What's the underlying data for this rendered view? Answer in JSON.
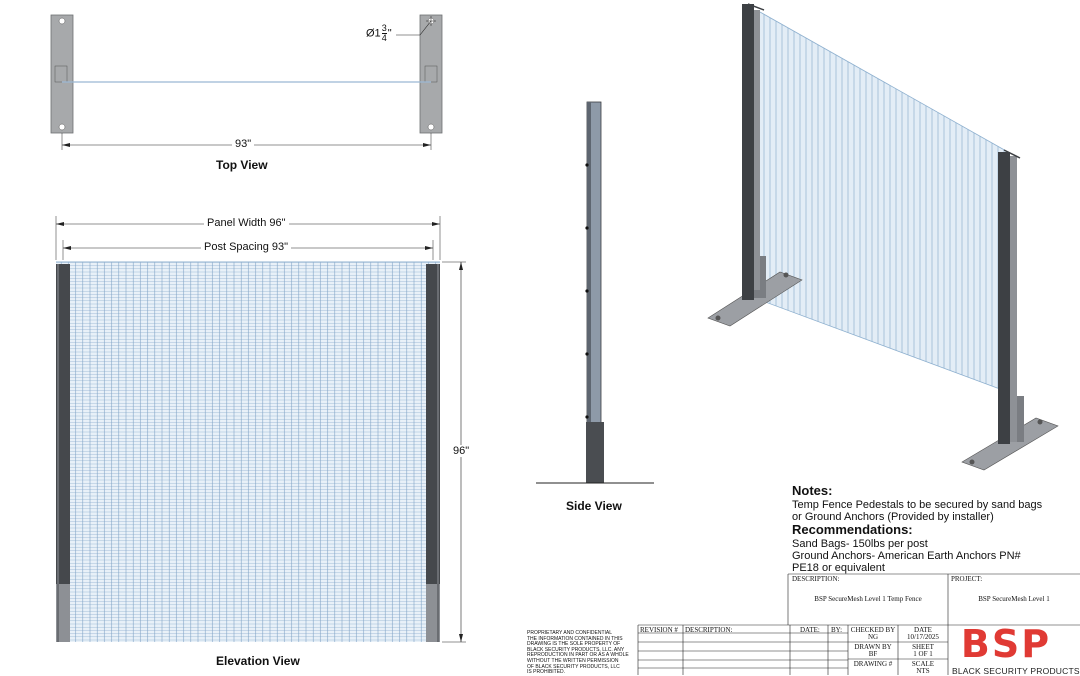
{
  "top_view": {
    "title": "Top View",
    "post_diameter_label": "Ø1",
    "post_diameter_frac_num": "3",
    "post_diameter_frac_den": "4",
    "post_diameter_inch": "\"",
    "spacing_label": "93\""
  },
  "elevation_view": {
    "title": "Elevation View",
    "panel_width_label": "Panel Width 96\"",
    "post_spacing_label": "Post Spacing 93\"",
    "height_label": "96\""
  },
  "side_view": {
    "title": "Side View"
  },
  "notes": {
    "heading": "Notes:",
    "lines": [
      "Temp Fence Pedestals to be secured by sand bags",
      "or Ground Anchors (Provided by installer)"
    ],
    "rec_heading": "Recommendations:",
    "rec_lines": [
      "Sand Bags- 150lbs per post",
      "Ground Anchors- American Earth Anchors PN#",
      "PE18 or equivalent"
    ]
  },
  "title_block": {
    "description_label": "DESCRIPTION:",
    "description_value": "BSP SecureMesh Level 1 Temp Fence",
    "project_label": "PROJECT:",
    "project_value": "BSP SecureMesh Level 1",
    "revision_label": "REVISION #",
    "rev_description_label": "DESCRIPTION:",
    "date_label": "DATE:",
    "by_label": "BY:",
    "checked_by_label": "CHECKED BY",
    "checked_by_value": "NG",
    "date_col_label": "DATE",
    "date_value": "10/17/2025",
    "drawn_by_label": "DRAWN BY",
    "drawn_by_value": "BF",
    "sheet_label": "SHEET",
    "sheet_value": "1 OF 1",
    "drawing_no_label": "DRAWING #",
    "scale_label": "SCALE",
    "scale_value": "NTS",
    "proprietary_lines": [
      "PROPRIETARY AND CONFIDENTIAL",
      "THE INFORMATION CONTAINED IN THIS",
      "DRAWING IS THE SOLE PROPERTY OF",
      "BLACK SECURITY PRODUCTS, LLC. ANY",
      "REPRODUCTION IN PART OR AS A WHOLE",
      "WITHOUT THE WRITTEN PERMISSION",
      "OF BLACK SECURITY PRODUCTS, LLC",
      "IS PROHIBITED."
    ],
    "logo_text": "BSP",
    "company_name": "BLACK SECURITY PRODUCTS"
  },
  "colors": {
    "mesh": "#a9c4db",
    "post_dark": "#3f4247",
    "post_light": "#9ea1a5",
    "logo_red": "#e03a34"
  }
}
